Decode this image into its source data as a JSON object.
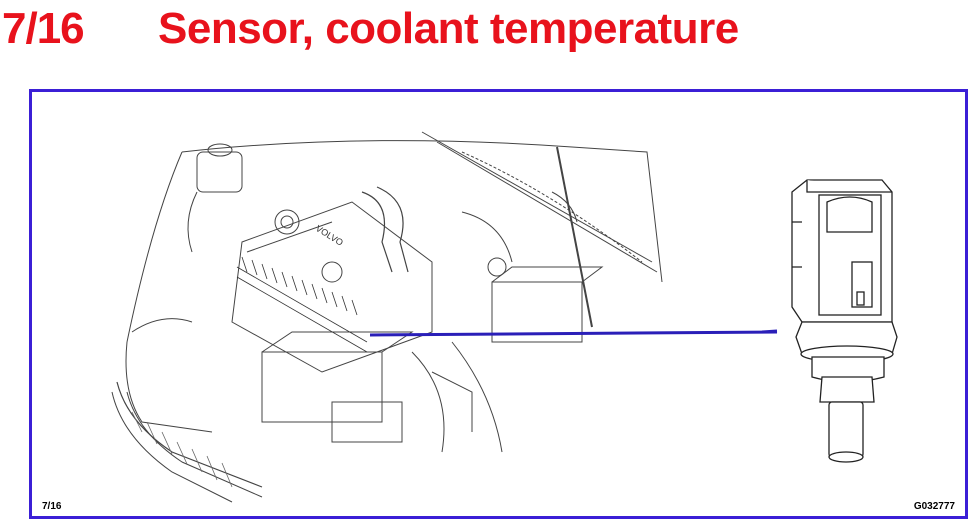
{
  "header": {
    "code": "7/16",
    "title": "Sensor, coolant temperature"
  },
  "figure": {
    "page_ref": "7/16",
    "figure_id": "G032777",
    "engine_cover_text": "VOLVO",
    "callout_color": "#2a1fb8",
    "frame_color": "#3b1fd6",
    "title_color": "#e8121c"
  }
}
